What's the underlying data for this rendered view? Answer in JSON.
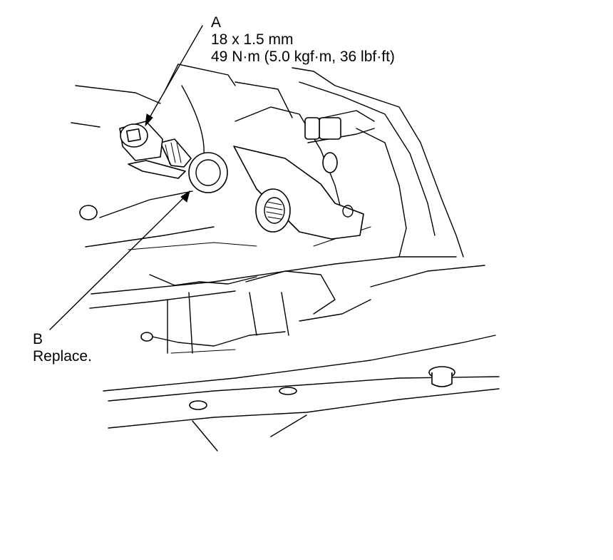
{
  "callouts": {
    "a": {
      "letter": "A",
      "size": "18 x 1.5 mm",
      "torque": "49 N·m (5.0 kgf·m, 36 lbf·ft)"
    },
    "b": {
      "letter": "B",
      "note": "Replace."
    }
  },
  "colors": {
    "line": "#000000",
    "background": "#ffffff"
  }
}
